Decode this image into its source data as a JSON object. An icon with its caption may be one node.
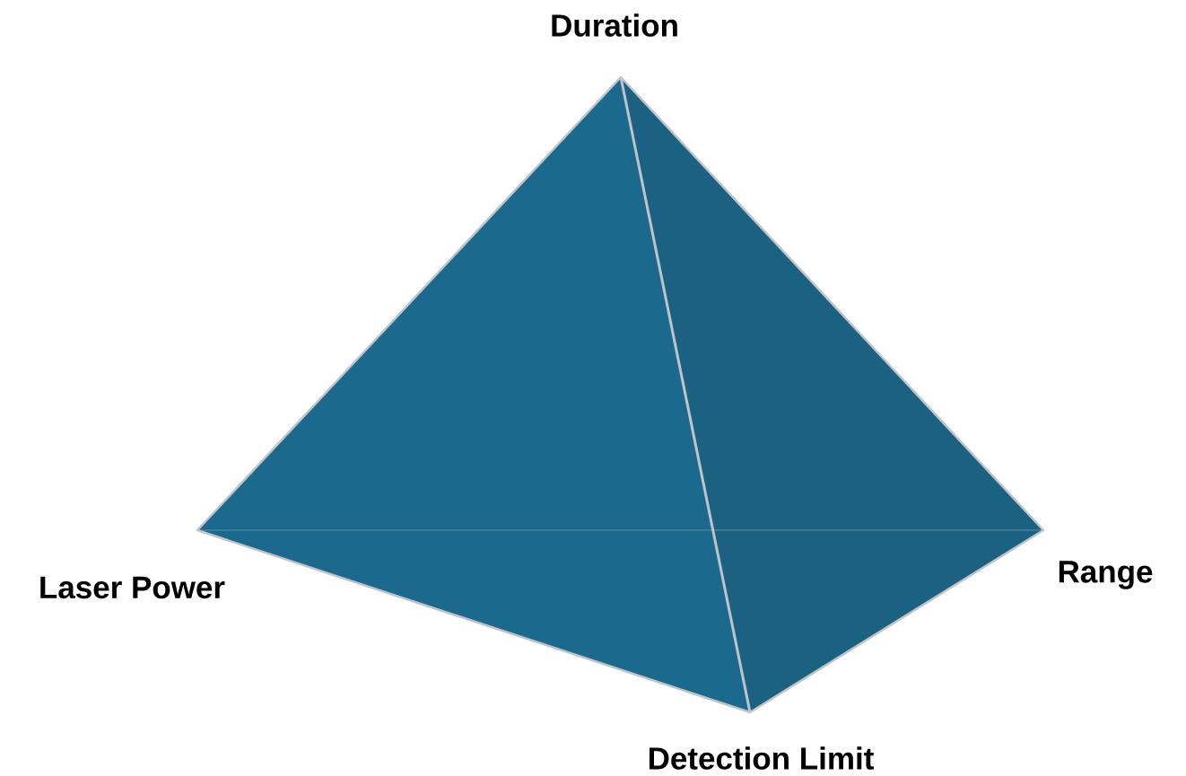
{
  "diagram": {
    "labels": [
      "Duration",
      "Laser Power",
      "Range",
      "Detection Limit"
    ]
  }
}
